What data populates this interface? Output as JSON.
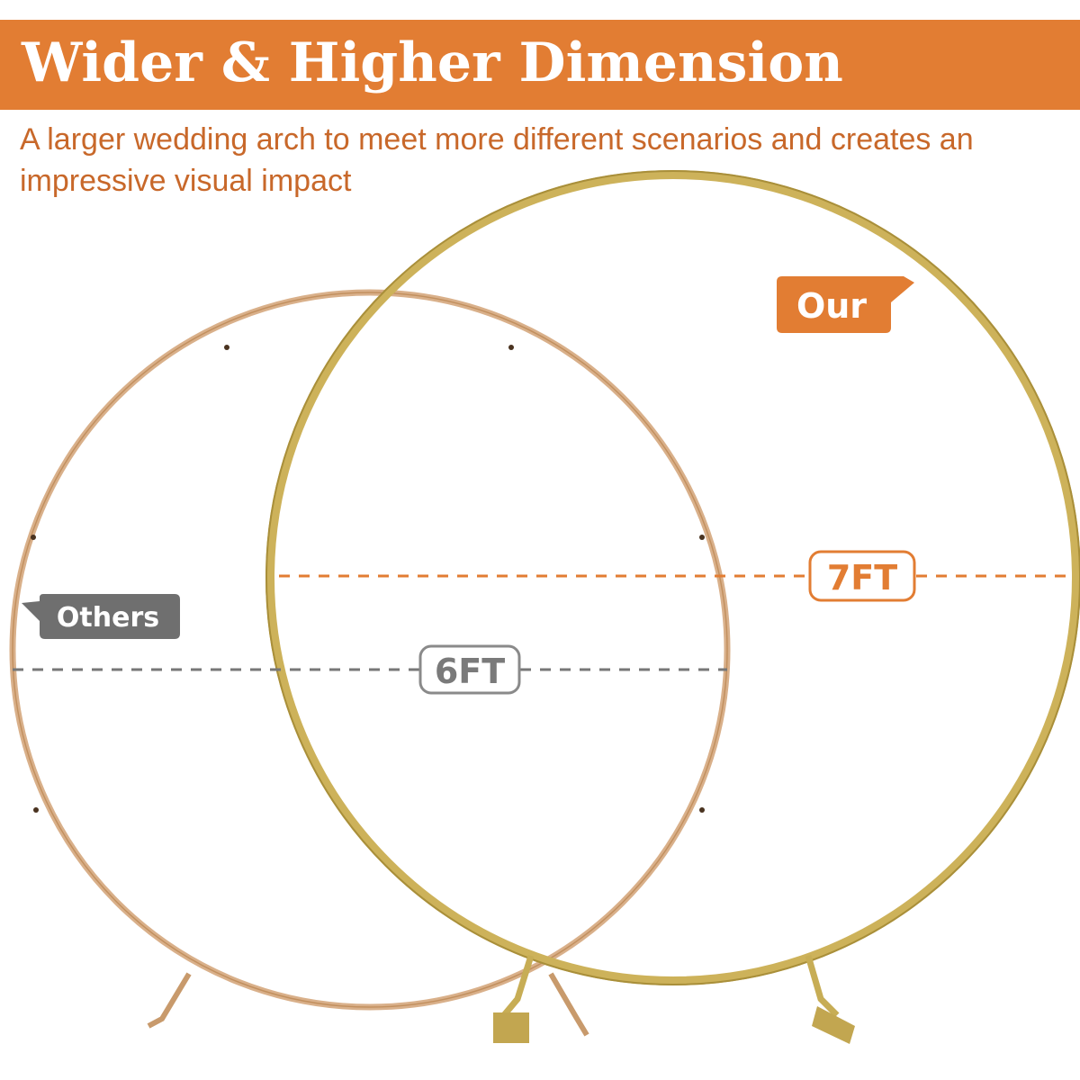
{
  "header": {
    "title": "Wider & Higher Dimension",
    "subtitle": "A larger wedding arch to meet more different scenarios and creates an impressive visual impact"
  },
  "callouts": {
    "our_label": "Our",
    "others_label": "Others"
  },
  "dimensions": {
    "large_arch": "7FT",
    "small_arch": "6FT"
  },
  "colors": {
    "accent_orange": "#e27d33",
    "subtitle_text": "#c8682a",
    "large_arch_gold": "#c9ad4f",
    "small_arch_tan": "#d6a57a",
    "others_gray": "#6f6f6f",
    "dashed_gray": "#777777"
  }
}
